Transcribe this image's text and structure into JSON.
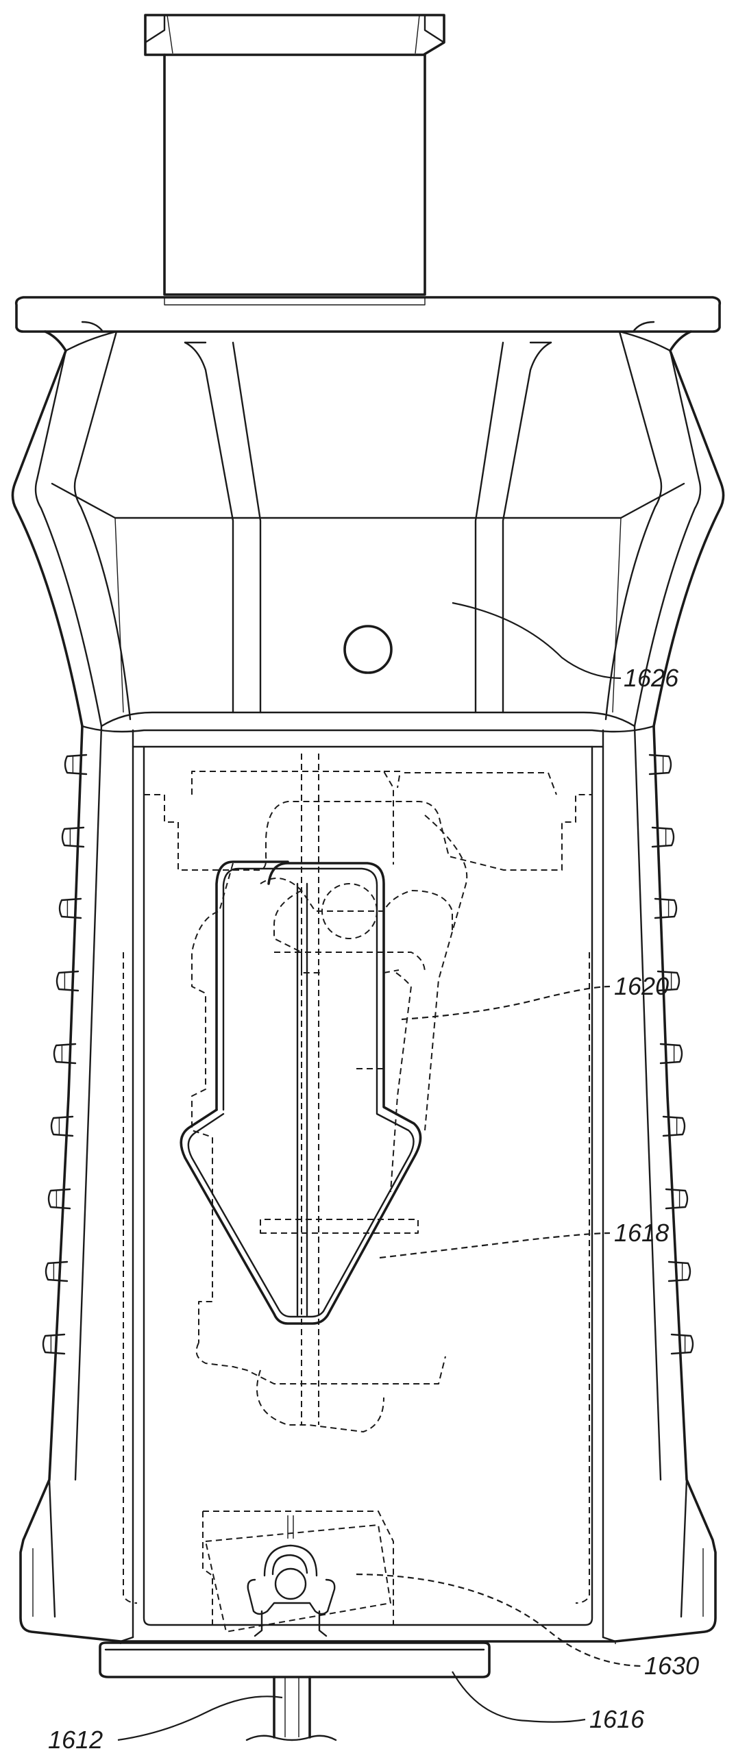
{
  "figure": {
    "labels": {
      "body_region": "1626",
      "hidden_part_a": "1620",
      "hidden_part_b": "1618",
      "bottom_latch": "1630",
      "base_flange": "1616",
      "stem": "1612"
    }
  }
}
